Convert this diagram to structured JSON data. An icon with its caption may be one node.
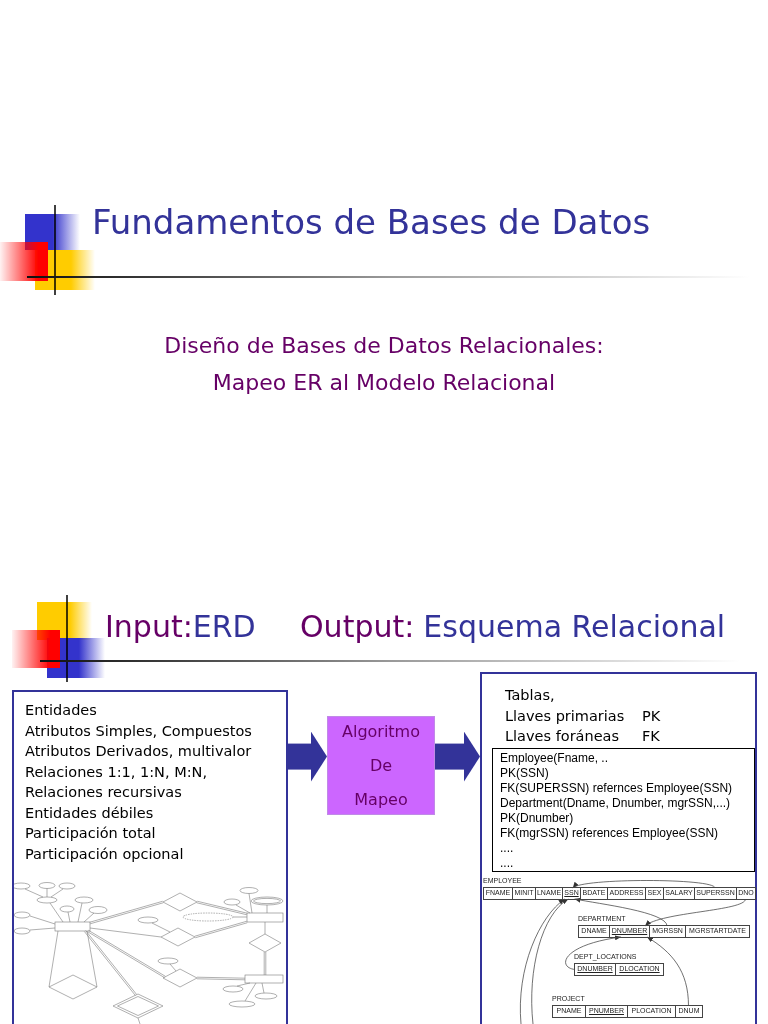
{
  "diagram": {
    "title": "Fundamentos de Bases de Datos",
    "nodes": [
      {
        "text": [
          "Entidades",
          "Atributos Simples, Compuestos",
          "Atributos Derivados, multivalor",
          "Relaciones 1:1, 1:N, M:N,",
          "Relaciones recursivas",
          "Entidades débiles",
          "Participación total",
          "Participación opcional"
        ]
      },
      {
        "text": [
          "Algoritmo De Mapeo"
        ]
      },
      {
        "text": [
          "Tablas,",
          "Llaves primarias",
          "PK",
          "Llaves foráneas",
          "FK"
        ]
      },
      {
        "text": [
          "Employee(Fname, ..",
          "PK(SSN)",
          "FK(SUPERSSN) refernces Employee(SSN)",
          "Department(Dname, Dnumber, mgrSSN,...)",
          "PK(Dnumber)",
          "FK(mgrSSN) references Employee(SSN)",
          "....",
          "...."
        ],
        "in": 2
      },
      {
        "text": [
          "EMPLOYEE"
        ],
        "in": 2
      },
      {
        "text": [
          "FNAME"
        ],
        "in": 4
      },
      {
        "text": [
          "MINIT"
        ],
        "in": 4
      },
      {
        "text": [
          "LNAME"
        ],
        "in": 4
      },
      {
        "text": [
          "SSN"
        ],
        "in": 4
      },
      {
        "text": [
          "BDATE"
        ],
        "in": 4
      },
      {
        "text": [
          "ADDRESS"
        ],
        "in": 4
      },
      {
        "text": [
          "SEX"
        ],
        "in": 4
      },
      {
        "text": [
          "SALARY"
        ],
        "in": 4
      },
      {
        "text": [
          "SUPERSSN"
        ],
        "in": 4
      },
      {
        "text": [
          "DNO"
        ],
        "in": 4
      },
      {
        "text": [
          "DEPARTMENT"
        ],
        "in": 2
      },
      {
        "text": [
          "DNAME"
        ],
        "in": 15
      },
      {
        "text": [
          "DNUMBER"
        ],
        "in": 15
      },
      {
        "text": [
          "MGRSSN"
        ],
        "in": 15
      },
      {
        "text": [
          "MGRSTARTDATE"
        ],
        "in": 15
      },
      {
        "text": [
          "DEPT_LOCATIONS"
        ],
        "in": 2
      },
      {
        "text": [
          "DNUMBER"
        ],
        "in": 20
      },
      {
        "text": [
          "DLOCATION"
        ],
        "in": 20
      },
      {
        "text": [
          "PROJECT"
        ],
        "in": 2
      },
      {
        "text": [
          "PNAME"
        ],
        "in": 23
      },
      {
        "text": [
          "PNUMBER"
        ],
        "in": 23
      },
      {
        "text": [
          "PLOCATION"
        ],
        "in": 23
      },
      {
        "text": [
          "DNUM"
        ],
        "in": 23
      }
    ],
    "edges": [
      {
        "from": 0,
        "to": 1,
        "arrow": "to",
        "style": "thick",
        "color": "#333399"
      },
      {
        "from": 1,
        "to": 2,
        "arrow": "to",
        "style": "thick",
        "color": "#333399"
      },
      {
        "from": 13,
        "to": 8,
        "arrow": "to"
      },
      {
        "from": 14,
        "to": 17,
        "arrow": "to"
      },
      {
        "from": 18,
        "to": 8,
        "arrow": "to"
      },
      {
        "from": 21,
        "to": 17,
        "arrow": "to"
      },
      {
        "from": 27,
        "to": 17,
        "arrow": "to"
      },
      {
        "from": null,
        "to": 8,
        "arrow": "to"
      },
      {
        "from": null,
        "to": 8,
        "arrow": "to"
      }
    ],
    "labels": [
      "Diseño de Bases de Datos Relacionales: Mapeo ER al Modelo Relacional",
      "Input:",
      "ERD",
      "Output:",
      "Esquema Relacional"
    ]
  }
}
